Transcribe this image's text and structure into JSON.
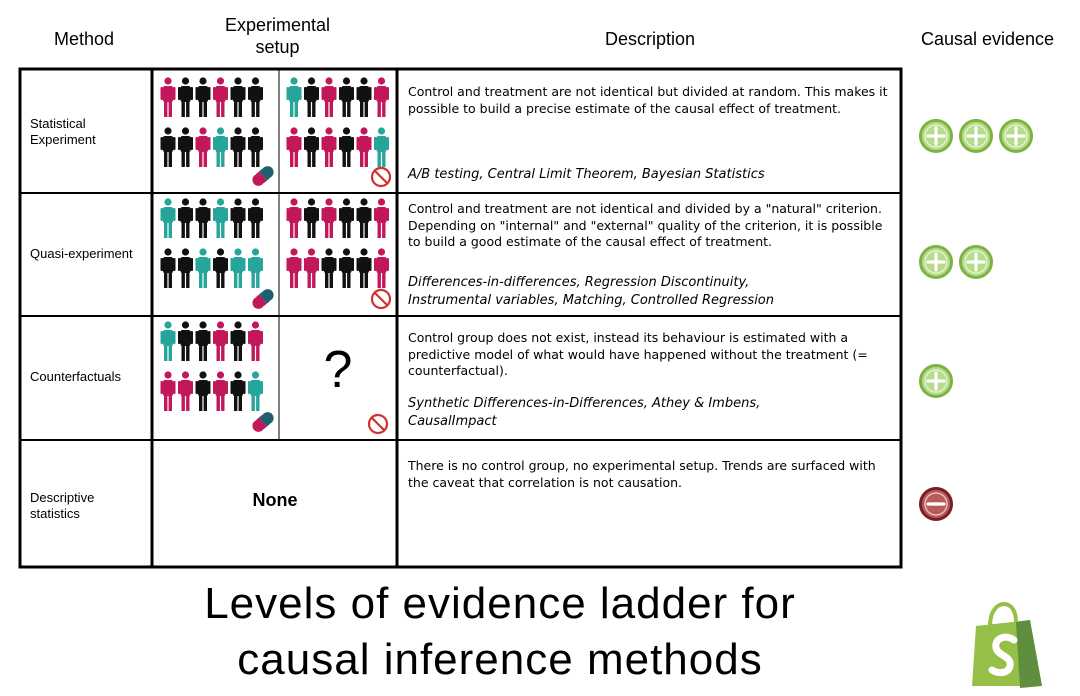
{
  "headers": {
    "method": "Method",
    "setup_line1": "Experimental",
    "setup_line2": "setup",
    "description": "Description",
    "causal": "Causal evidence"
  },
  "rows": [
    {
      "method_line1": "Statistical",
      "method_line2": "Experiment",
      "description": "Control and treatment are not identical but divided at random. This makes it possible to build a precise estimate of the causal effect of treatment.",
      "methods_line1": "A/B testing, Central Limit Theorem, Bayesian Statistics",
      "methods_line2": "",
      "evidence_level": 3,
      "evidence_type": "plus"
    },
    {
      "method_line1": "Quasi-experiment",
      "method_line2": "",
      "description": "Control and treatment are not identical and divided by a \"natural\" criterion. Depending on \"internal\" and \"external\" quality of the criterion, it is possible to build a good estimate of the causal effect of treatment.",
      "methods_line1": "Differences-in-differences, Regression Discontinuity,",
      "methods_line2": "Instrumental variables, Matching, Controlled Regression",
      "evidence_level": 2,
      "evidence_type": "plus"
    },
    {
      "method_line1": "Counterfactuals",
      "method_line2": "",
      "description": "Control group does not exist, instead its behaviour is estimated with a predictive model of what would have happened without the treatment (= counterfactual).",
      "methods_line1": "Synthetic Differences-in-Differences, Athey & Imbens,",
      "methods_line2": "CausalImpact",
      "evidence_level": 1,
      "evidence_type": "plus"
    },
    {
      "method_line1": "Descriptive",
      "method_line2": "statistics",
      "description": "There is no control group, no experimental setup. Trends are surfaced with the caveat that correlation is not causation.",
      "methods_line1": "",
      "methods_line2": "",
      "evidence_level": 1,
      "evidence_type": "minus"
    }
  ],
  "counterfactual_symbol": "?",
  "none_label": "None",
  "title_line1": "Levels of evidence ladder for",
  "title_line2": "causal inference methods",
  "colors": {
    "red": "#c2185b",
    "teal": "#26a69a",
    "black": "#111111",
    "plus_fill": "#b6dc8a",
    "plus_stroke": "#7cb342",
    "minus_fill": "#b85a5a",
    "minus_stroke": "#7a2020",
    "logo_green": "#95bf47",
    "logo_dark": "#5e8e3e",
    "prohibit": "#d32f2f"
  },
  "icons": {
    "pill": "pill-icon",
    "prohibited": "no-treatment-icon",
    "plus": "plus-circle-icon",
    "minus": "minus-circle-icon",
    "logo": "shopify-bag-logo"
  }
}
